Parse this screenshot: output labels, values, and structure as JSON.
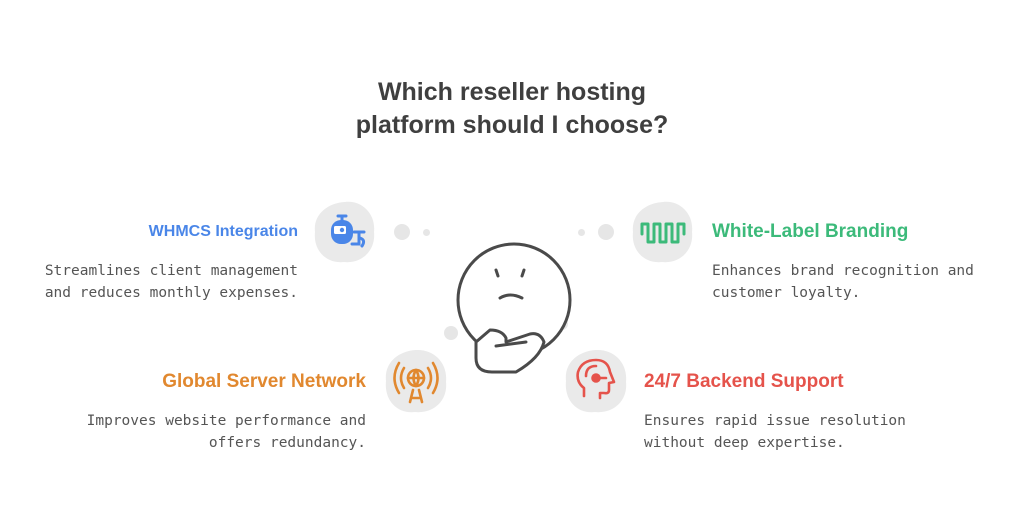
{
  "title": {
    "line1": "Which reseller hosting",
    "line2": "platform should I choose?"
  },
  "colors": {
    "whmcs": "#4a86e8",
    "branding": "#3cba7a",
    "network": "#e1882f",
    "support": "#e5534b",
    "blob": "#eaeaea",
    "text": "#555555",
    "title": "#3f3f3f"
  },
  "options": {
    "whmcs": {
      "heading": "WHMCS Integration",
      "desc_line1": "Streamlines client management",
      "desc_line2": "and reduces monthly expenses.",
      "icon": "plugin-integration-icon"
    },
    "branding": {
      "heading": "White-Label Branding",
      "desc_line1": "Enhances brand recognition and",
      "desc_line2": "customer loyalty.",
      "icon": "wave-branding-icon"
    },
    "network": {
      "heading": "Global Server Network",
      "desc_line1": "Improves website performance and",
      "desc_line2": "offers redundancy.",
      "icon": "broadcast-tower-globe-icon"
    },
    "support": {
      "heading": "24/7 Backend Support",
      "desc_line1": "Ensures rapid issue resolution",
      "desc_line2": "without deep expertise.",
      "icon": "support-headset-icon"
    }
  },
  "center_icon": "thinking-face-icon"
}
